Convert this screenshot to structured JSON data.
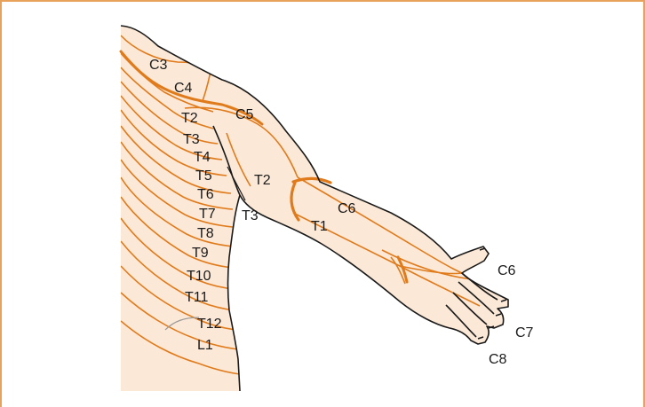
{
  "figure": {
    "colors": {
      "frame": "#e8a25a",
      "skin": "#fce8d6",
      "outline": "#1a1a1a",
      "dermatome_line": "#e07b1c",
      "leader_grey": "#9a9a9a"
    },
    "labels": {
      "c3": "C3",
      "c4": "C4",
      "c5": "C5",
      "c6_arm": "C6",
      "c6_hand": "C6",
      "c7": "C7",
      "c8": "C8",
      "t1": "T1",
      "t2_trunk": "T2",
      "t2_arm": "T2",
      "t3_trunk": "T3",
      "t3_axilla": "T3",
      "t4": "T4",
      "t5": "T5",
      "t6": "T6",
      "t7": "T7",
      "t8": "T8",
      "t9": "T9",
      "t10": "T10",
      "t11": "T11",
      "t12": "T12",
      "l1": "L1"
    }
  }
}
